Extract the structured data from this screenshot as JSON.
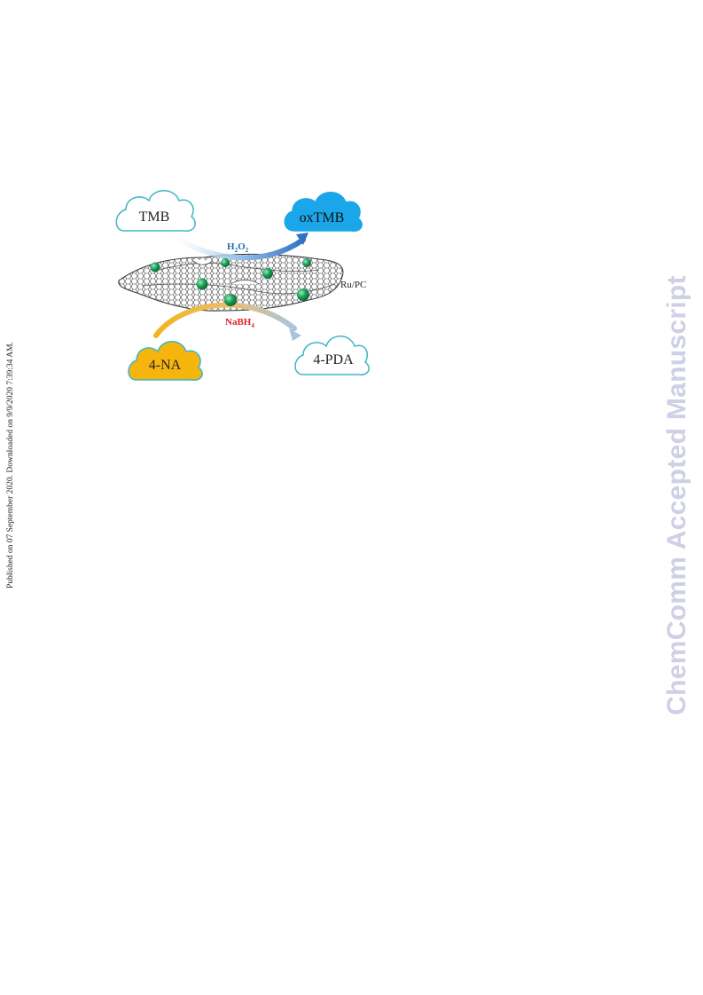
{
  "side_note": "Published on 07 September 2020. Downloaded on 9/9/2020 7:39:34 AM.",
  "watermark": "ChemComm Accepted Manuscript",
  "scheme": {
    "tmb": "TMB",
    "oxtmb": "oxTMB",
    "h2o2": {
      "main": "H",
      "sub1": "2",
      "mid": "O",
      "sub2": "2"
    },
    "catalyst": "Ru/PC",
    "nabh4": {
      "main": "NaBH",
      "sub": "4"
    },
    "na4": "4-NA",
    "pda4": "4-PDA",
    "colors": {
      "oxtmb_cloud": "#1aa6e8",
      "na_cloud": "#f5b50d",
      "h2o2_text": "#1f6fb0",
      "nabh4_text": "#e0202a",
      "particle": "#1f9e5a"
    }
  }
}
